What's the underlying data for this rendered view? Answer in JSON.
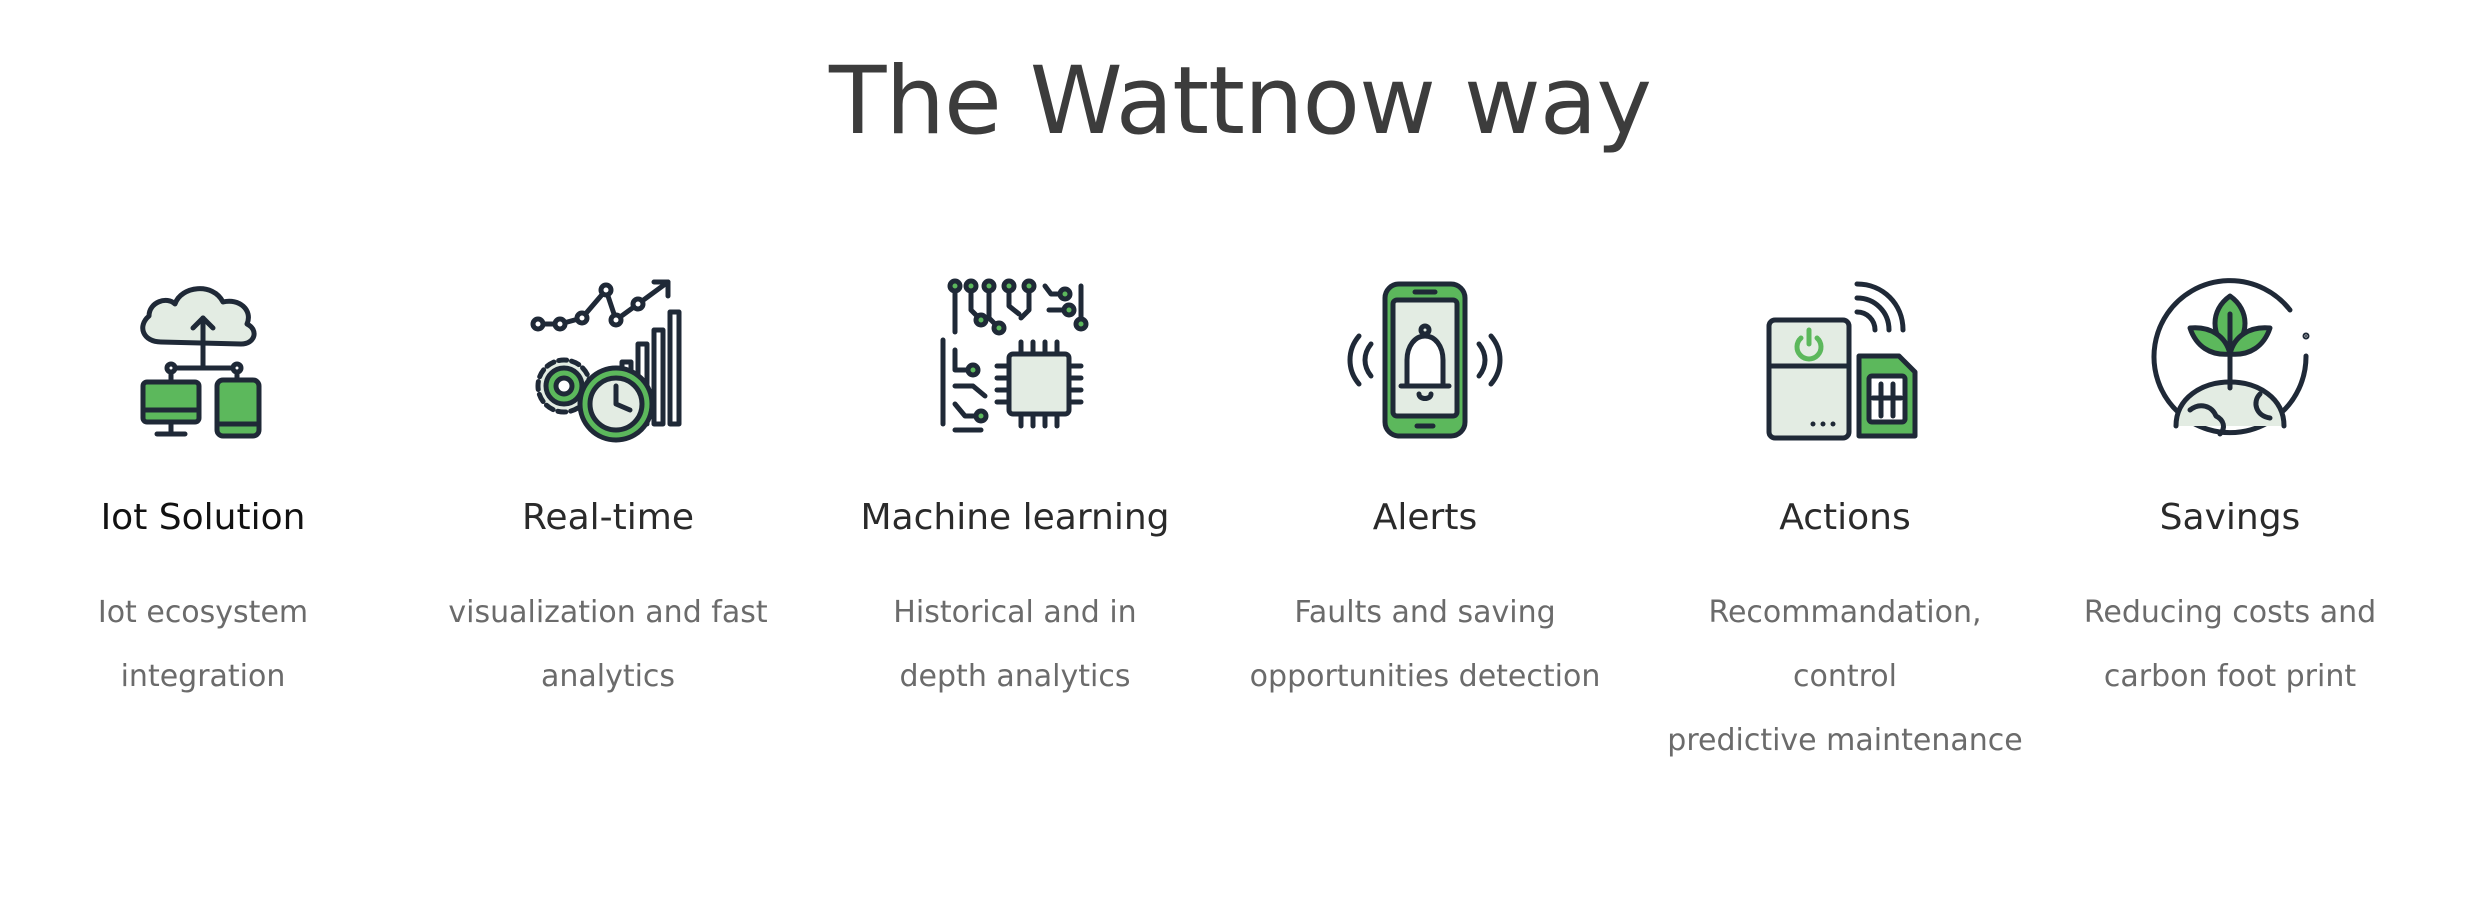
{
  "page": {
    "title": "The Wattnow way"
  },
  "colors": {
    "ink": "#1f2937",
    "green": "#5cb85c",
    "pale": "#e3ece3"
  },
  "features": [
    {
      "icon": "cloud-devices-icon",
      "title": "Iot Solution",
      "line1": "Iot ecosystem",
      "line2": "integration"
    },
    {
      "icon": "realtime-chart-icon",
      "title": "Real-time",
      "line1": "visualization and fast",
      "line2": "analytics"
    },
    {
      "icon": "circuit-chip-icon",
      "title": "Machine learning",
      "line1": "Historical and in",
      "line2": "depth analytics"
    },
    {
      "icon": "phone-bell-icon",
      "title": "Alerts",
      "line1": "Faults and saving",
      "line2": "opportunities detection"
    },
    {
      "icon": "smart-meter-icon",
      "title": "Actions",
      "line1": "Recommandation, control",
      "line2": "predictive maintenance"
    },
    {
      "icon": "globe-leaf-icon",
      "title": "Savings",
      "line1": "Reducing costs and",
      "line2": "carbon foot print"
    }
  ]
}
